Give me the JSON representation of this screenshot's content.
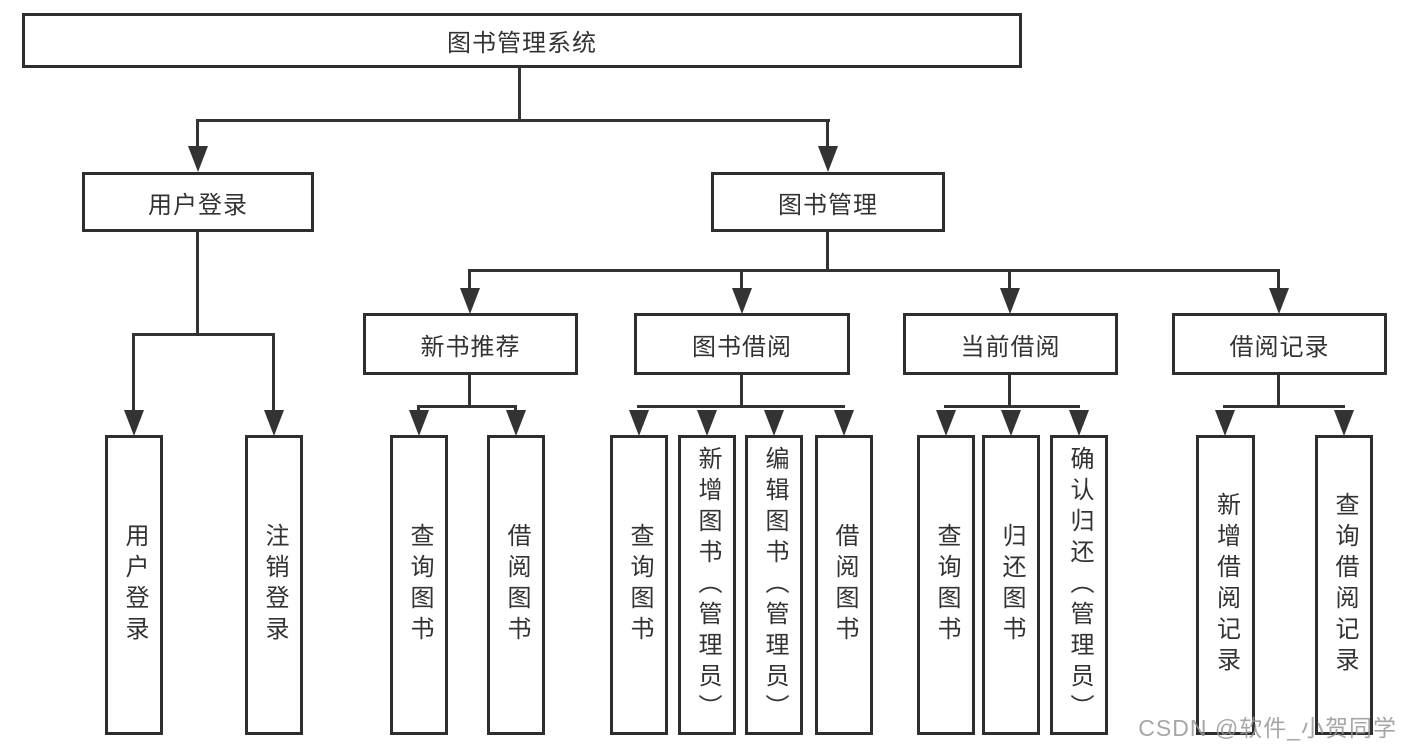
{
  "nodes": {
    "root": "图书管理系统",
    "user_login": "用户登录",
    "book_mgmt": "图书管理",
    "new_book_rec": "新书推荐",
    "book_borrow": "图书借阅",
    "current_borrow": "当前借阅",
    "borrow_records": "借阅记录",
    "leaf_user_login": "用户登录",
    "leaf_logout": "注销登录",
    "rec_query_book": "查询图书",
    "rec_borrow_book": "借阅图书",
    "bb_query_book": "查询图书",
    "bb_add_book": "新增图书（管理员）",
    "bb_edit_book": "编辑图书（管理员）",
    "bb_borrow_book": "借阅图书",
    "cb_query_book": "查询图书",
    "cb_return_book": "归还图书",
    "cb_confirm_return": "确认归还（管理员）",
    "br_add_record": "新增借阅记录",
    "br_query_record": "查询借阅记录"
  },
  "tree": {
    "图书管理系统": {
      "用户登录": [
        "用户登录",
        "注销登录"
      ],
      "图书管理": {
        "新书推荐": [
          "查询图书",
          "借阅图书"
        ],
        "图书借阅": [
          "查询图书",
          "新增图书（管理员）",
          "编辑图书（管理员）",
          "借阅图书"
        ],
        "当前借阅": [
          "查询图书",
          "归还图书",
          "确认归还（管理员）"
        ],
        "借阅记录": [
          "新增借阅记录",
          "查询借阅记录"
        ]
      }
    }
  },
  "watermark": {
    "text": "CSDN @软件_小贺同学"
  },
  "colors": {
    "line": "#333333",
    "box_border": "#2e2e2e",
    "text": "#333333",
    "background": "#ffffff",
    "watermark": "#969696"
  }
}
